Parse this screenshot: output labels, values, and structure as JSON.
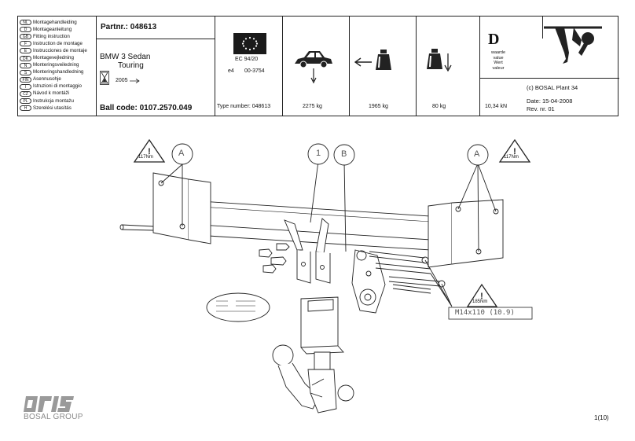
{
  "header": {
    "languages": [
      {
        "code": "NL",
        "label": "Montagehandleiding"
      },
      {
        "code": "D",
        "label": "Montageanleitung"
      },
      {
        "code": "GB",
        "label": "Fitting instruction"
      },
      {
        "code": "F",
        "label": "Instruction de montage"
      },
      {
        "code": "E",
        "label": "Instrucciones de montaje"
      },
      {
        "code": "DK",
        "label": "Montagevejledning"
      },
      {
        "code": "N",
        "label": "Monteringsveiledning"
      },
      {
        "code": "S",
        "label": "Monteringshandledning"
      },
      {
        "code": "FIN",
        "label": "Asennusohje"
      },
      {
        "code": "I",
        "label": "Istruzioni di montaggio"
      },
      {
        "code": "CZ",
        "label": "Návod k montáži"
      },
      {
        "code": "PL",
        "label": "Instrukcja montażu"
      },
      {
        "code": "H",
        "label": "Szerelési utasítás"
      }
    ],
    "partnr_label": "Partnr.:",
    "partnr_value": "048613",
    "vehicle_line1": "BMW 3 Sedan",
    "vehicle_line2": "Touring",
    "year": "2005",
    "ball_code": "Ball code: 0107.2570.049",
    "ec_approval": "EC 94/20",
    "e_mark": "e4",
    "e_number": "00-3754",
    "type_number": "Type  number: 048613",
    "max_towing_mass": "2275 kg",
    "max_trailer_mass": "1965 kg",
    "vertical_load": "80 kg",
    "d_value": "10,34 kN",
    "d_letter": "D",
    "d_terms": [
      "waarde",
      "value",
      "Wert",
      "valeur"
    ],
    "company": "(c) BOSAL Plant 34",
    "date": "Date: 15-04-2008",
    "rev": "Rev. nr.  01",
    "eu_color": "#1a1a1a"
  },
  "diagram": {
    "callouts": [
      "A",
      "1",
      "B",
      "A"
    ],
    "torque_small": "117Nm",
    "torque_large": "185Nm",
    "bolt_spec": "M14x110 (10.9)"
  },
  "footer": {
    "logo_text": "oris",
    "group_text": "BOSAL GROUP",
    "page": "1(10)"
  }
}
